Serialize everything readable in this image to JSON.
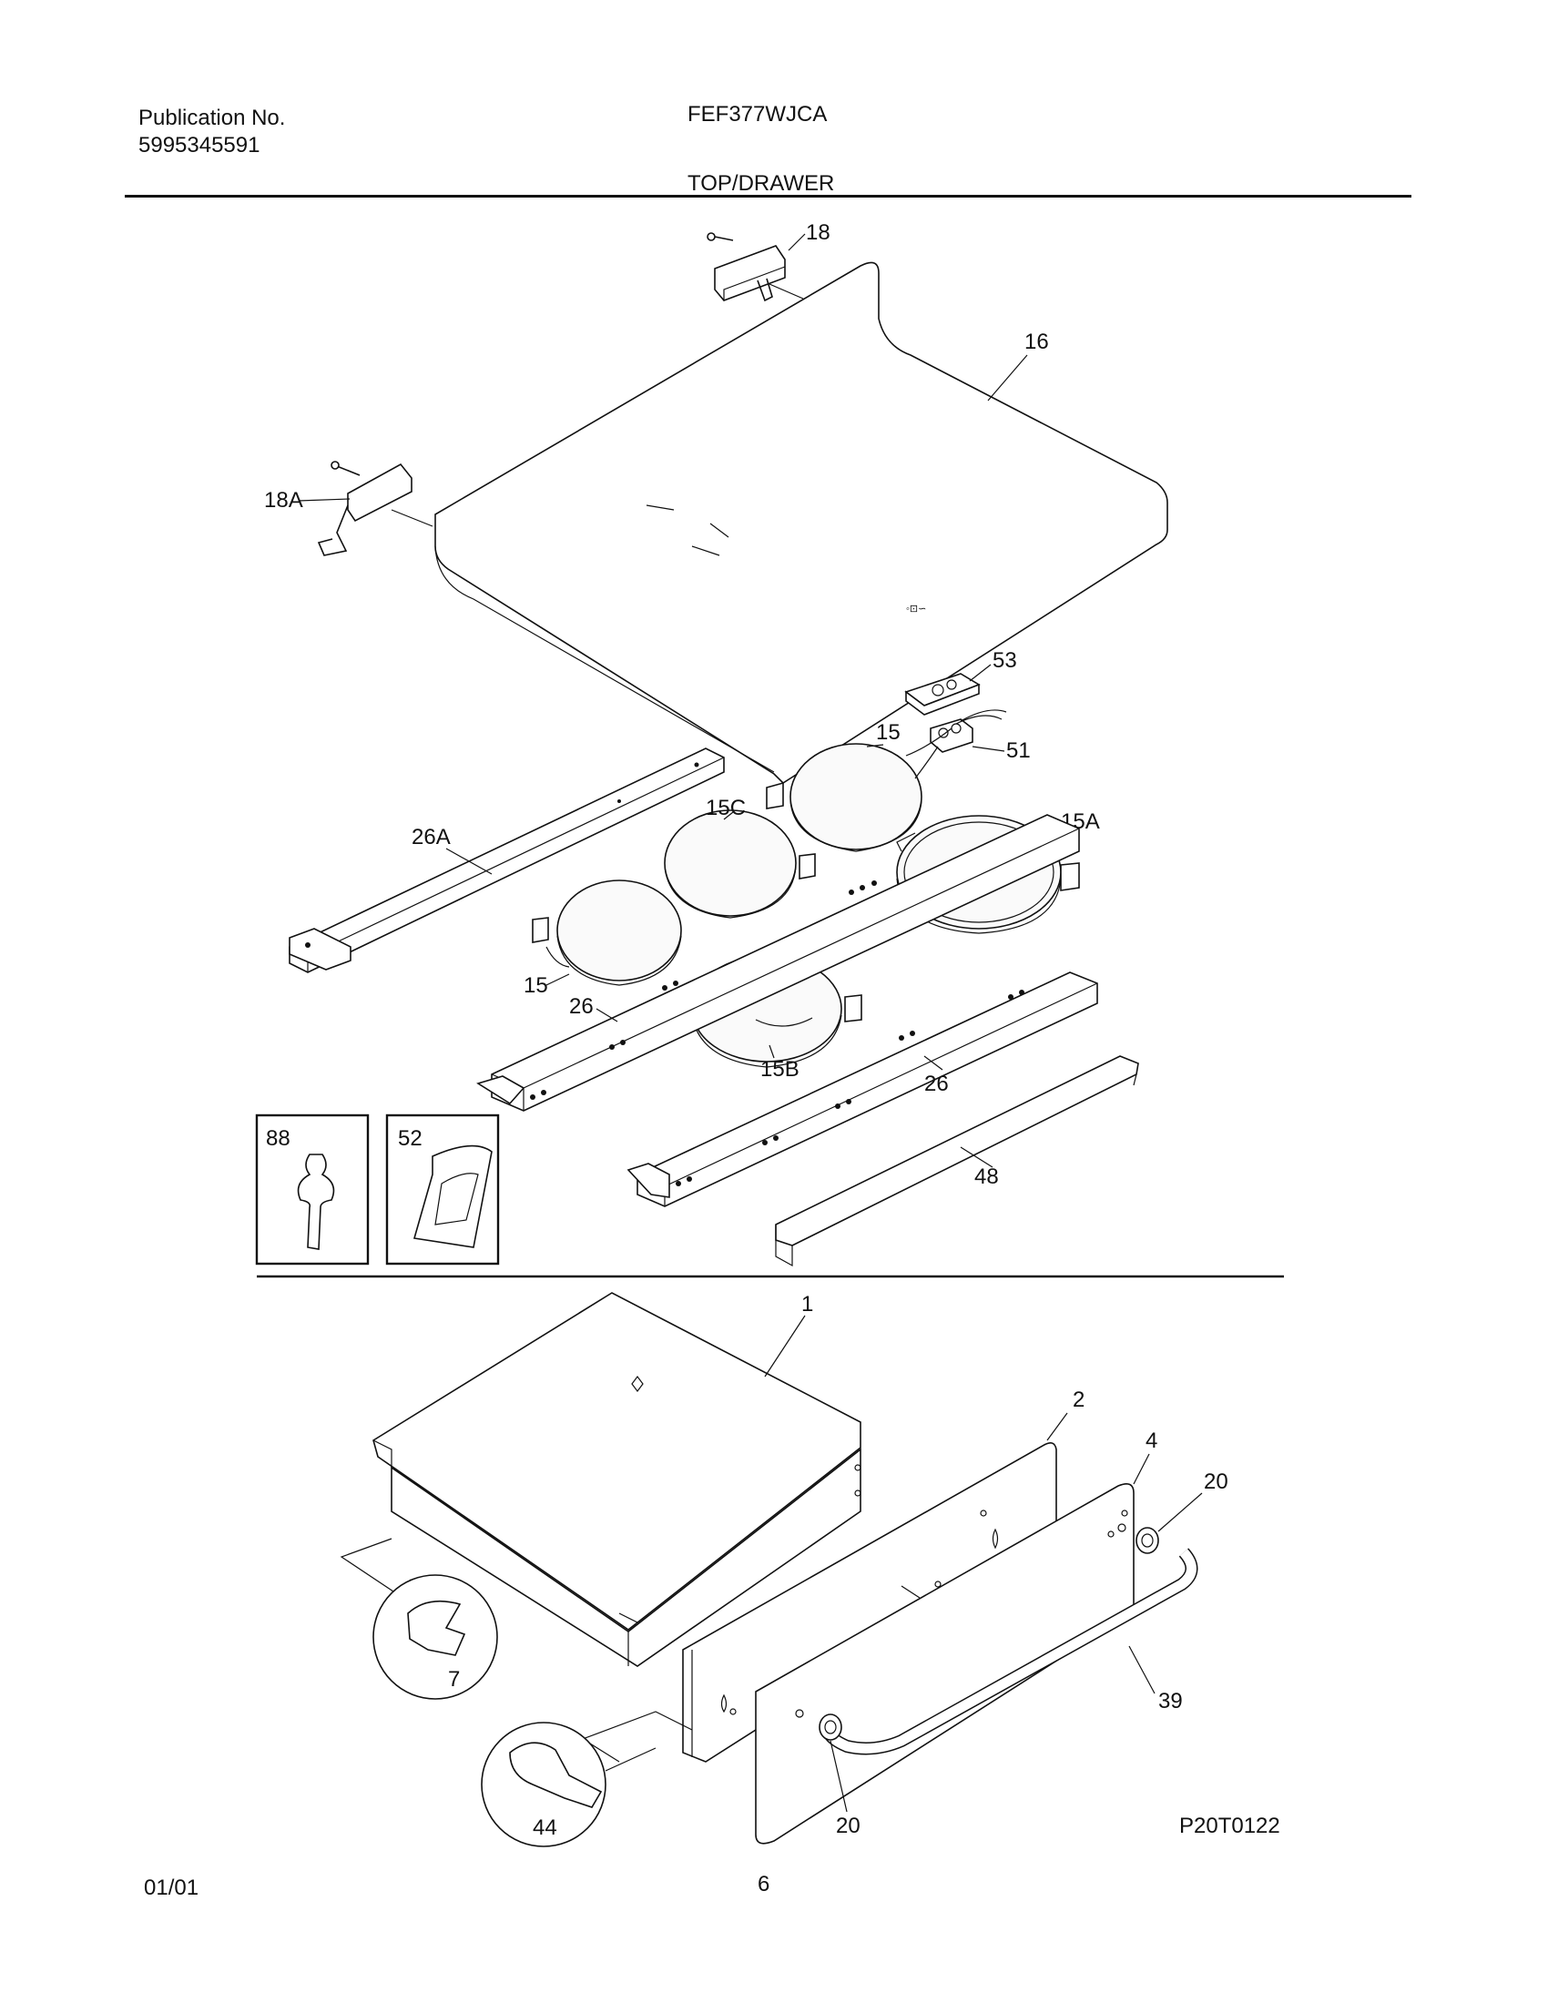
{
  "header": {
    "publication_label": "Publication No.",
    "publication_number": "5995345591",
    "model": "FEF377WJCA",
    "section": "TOP/DRAWER"
  },
  "footer": {
    "date": "01/01",
    "page": "6",
    "figure_code": "P20T0122"
  },
  "callouts": {
    "c18": "18",
    "c16": "16",
    "c18a": "18A",
    "c53": "53",
    "c15_top": "15",
    "c51": "51",
    "c15c": "15C",
    "c15a": "15A",
    "c26a": "26A",
    "c15_left": "15",
    "c26_left": "26",
    "c15b": "15B",
    "c26_right": "26",
    "c88": "88",
    "c52": "52",
    "c48": "48",
    "c1": "1",
    "c2": "2",
    "c4": "4",
    "c20_top": "20",
    "c7": "7",
    "c39": "39",
    "c44": "44",
    "c20_bottom": "20"
  }
}
